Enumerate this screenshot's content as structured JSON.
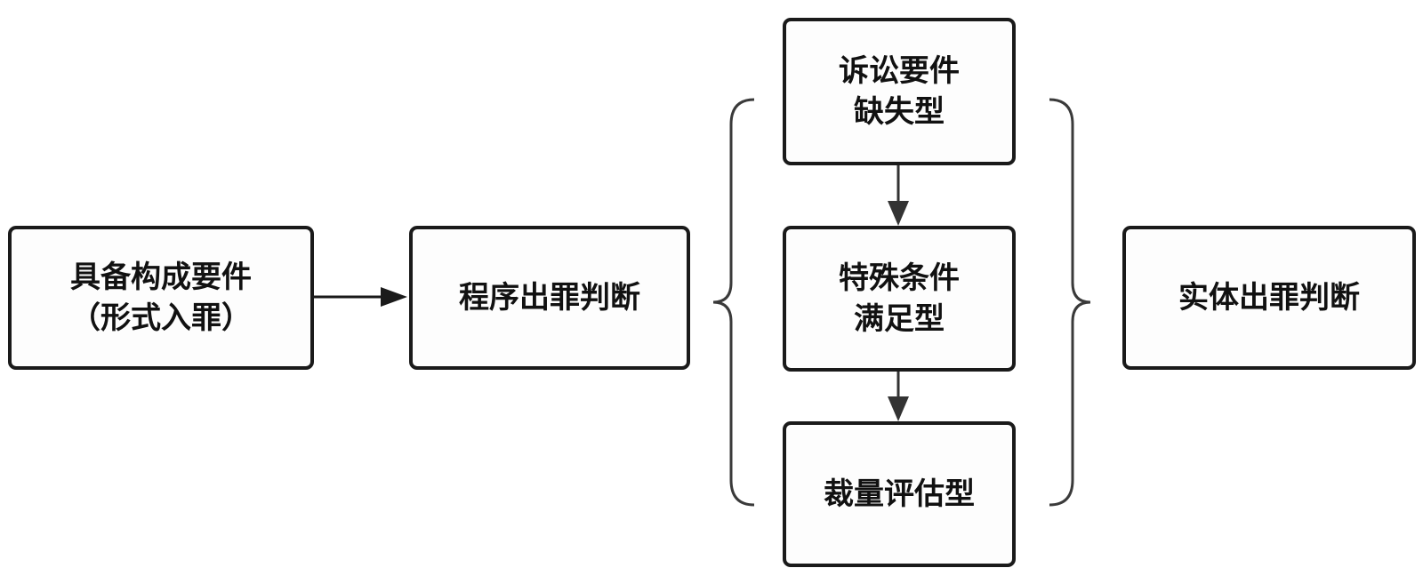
{
  "boxes": {
    "elements": {
      "line1": "具备构成要件",
      "line2": "（形式入罪）"
    },
    "procedural": {
      "line1": "程序出罪判断"
    },
    "litigation": {
      "line1": "诉讼要件",
      "line2": "缺失型"
    },
    "special": {
      "line1": "特殊条件",
      "line2": "满足型"
    },
    "discretion": {
      "line1": "裁量评估型"
    },
    "substantive": {
      "line1": "实体出罪判断"
    }
  },
  "colors": {
    "border": "#1a1a1a",
    "text": "#111111",
    "arrow": "#333333",
    "brace": "#3a3a3a"
  }
}
